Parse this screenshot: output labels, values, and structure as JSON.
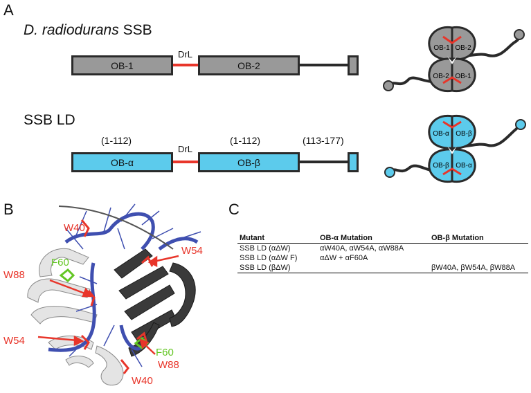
{
  "panel_a": {
    "letter": "A",
    "dr_ssb": {
      "title_italic": "D. radiodurans",
      "title_rest": " SSB",
      "domain1": "OB-1",
      "linker": "DrL",
      "domain2": "OB-2",
      "color": "#999999",
      "cartoon_labels": [
        "OB-1",
        "OB-2",
        "OB-2",
        "OB-1"
      ]
    },
    "ssb_ld": {
      "title": "SSB LD",
      "range1": "(1-112)",
      "range2": "(1-112)",
      "range3": "(113-177)",
      "domain1": "OB-α",
      "linker": "DrL",
      "domain2": "OB-β",
      "color": "#5ccbec",
      "cartoon_labels": [
        "OB-α",
        "OB-β",
        "OB-β",
        "OB-α"
      ]
    },
    "linker_color": "#e8352a"
  },
  "panel_b": {
    "letter": "B",
    "labels_red": [
      "W40",
      "W54",
      "W88",
      "W54",
      "W88",
      "W40"
    ],
    "labels_green": [
      "F60",
      "F60"
    ],
    "colors": {
      "red": "#e8352a",
      "green": "#63c623",
      "blue": "#3f4fb0"
    }
  },
  "panel_c": {
    "letter": "C",
    "headers": [
      "Mutant",
      "OB-α Mutation",
      "OB-β Mutation"
    ],
    "rows": [
      [
        "SSB LD (αΔW)",
        "αW40A, αW54A, αW88A",
        ""
      ],
      [
        "SSB LD (αΔW F)",
        "αΔW + αF60A",
        ""
      ],
      [
        "SSB LD (βΔW)",
        "",
        "βW40A, βW54A, βW88A"
      ]
    ]
  }
}
